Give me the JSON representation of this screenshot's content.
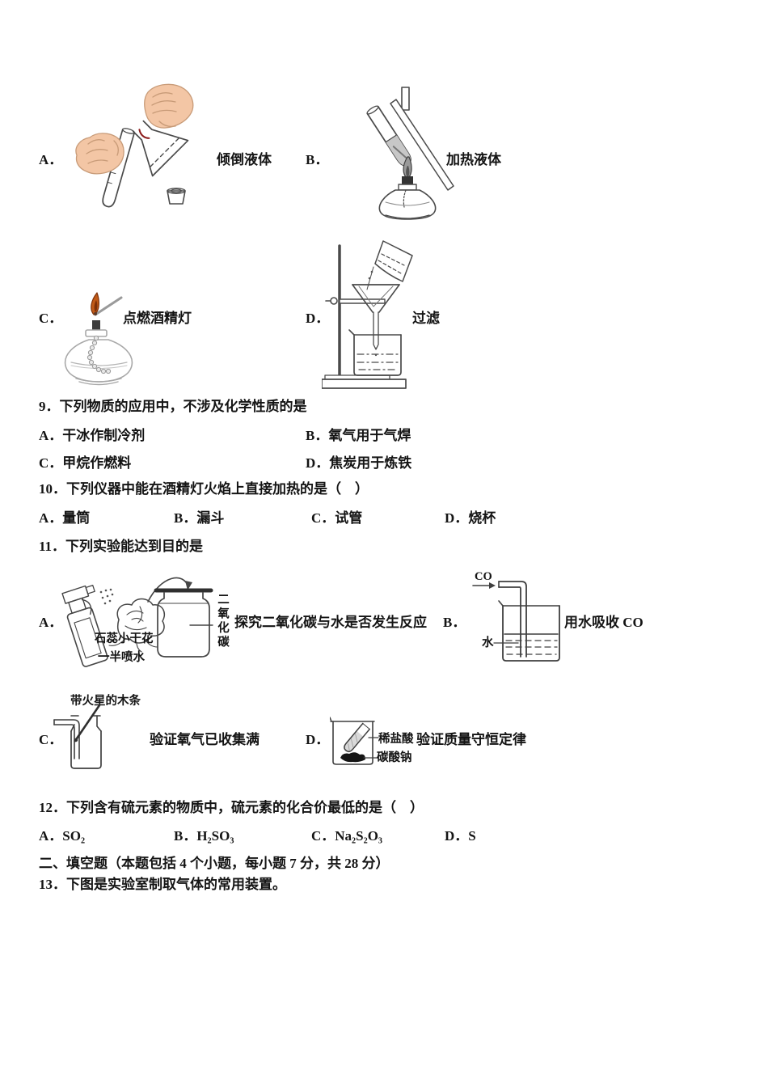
{
  "q8": {
    "a": {
      "label": "A．",
      "caption": "倾倒液体"
    },
    "b": {
      "label": "B．",
      "caption": "加热液体"
    },
    "c": {
      "label": "C．",
      "caption": "点燃酒精灯"
    },
    "d": {
      "label": "D．",
      "caption": "过滤"
    }
  },
  "q9": {
    "stem": "9．下列物质的应用中，不涉及化学性质的是",
    "a": "A．干冰作制冷剂",
    "b": "B．氧气用于气焊",
    "c": "C．甲烷作燃料",
    "d": "D．焦炭用于炼铁"
  },
  "q10": {
    "stem": "10．下列仪器中能在酒精灯火焰上直接加热的是（　）",
    "a": "A．量筒",
    "b": "B．漏斗",
    "c": "C．试管",
    "d": "D．烧杯"
  },
  "q11": {
    "stem": "11．下列实验能达到目的是",
    "a": {
      "label": "A．",
      "caption": "探究二氧化碳与水是否发生反应",
      "spray_note_line1": "石蕊小干花",
      "spray_note_line2": "一半喷水",
      "jar_label": "二氧化碳"
    },
    "b": {
      "label": "B．",
      "caption": "用水吸收 CO",
      "gas_label": "CO",
      "water_label": "水"
    },
    "c": {
      "label": "C．",
      "caption": "验证氧气已收集满",
      "splint_label": "带火星的木条"
    },
    "d": {
      "label": "D．",
      "caption": "验证质量守恒定律",
      "acid_label": "稀盐酸",
      "solid_label": "碳酸钠"
    }
  },
  "q12": {
    "stem": "12．下列含有硫元素的物质中，硫元素的化合价最低的是（　）",
    "a": "A．SO₂",
    "b": "B．H₂SO₃",
    "c": "C．Na₂S₂O₃",
    "d": "D．S"
  },
  "section2_heading": "二、填空题（本题包括 4 个小题，每小题 7 分，共 28 分）",
  "q13_stem": "13．下图是实验室制取气体的常用装置。"
}
